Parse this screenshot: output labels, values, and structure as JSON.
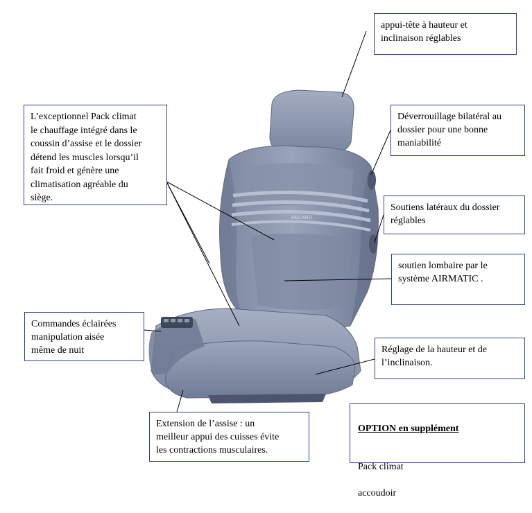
{
  "callouts": {
    "headrest": "appui-tête à hauteur et\ninclinaison réglables",
    "climat": "L’exceptionnel Pack climat\nle chauffage intégré dans le\ncoussin d’assise et le dossier\ndétend les muscles lorsqu’il\nfait froid et génère une\nclimatisation agréable du\nsiège.",
    "unlock": "Déverrouillage bilatéral au\ndossier pour une bonne\nmaniabilité",
    "lateral": "Soutiens latéraux du dossier\nréglables",
    "lumbar": "soutien lombaire par le\nsystème AIRMATIC .",
    "commands": "Commandes éclairées\nmanipulation  aisée\nmême  de nuit",
    "height": "Réglage de la hauteur et de\nl’inclinaison.",
    "extension": "Extension de l’assise  : un\nmeilleur appui des cuisses  évite\nles contractions musculaires."
  },
  "option": {
    "title": "OPTION en supplément",
    "items": [
      "Pack climat",
      "accoudoir"
    ]
  },
  "seat": {
    "brand_label": "RECARO",
    "colors": {
      "fabric": "#8f9ab0",
      "fabric_dark": "#6b7590",
      "fabric_light": "#b4bdd0",
      "border": "#2b3f8f"
    }
  }
}
